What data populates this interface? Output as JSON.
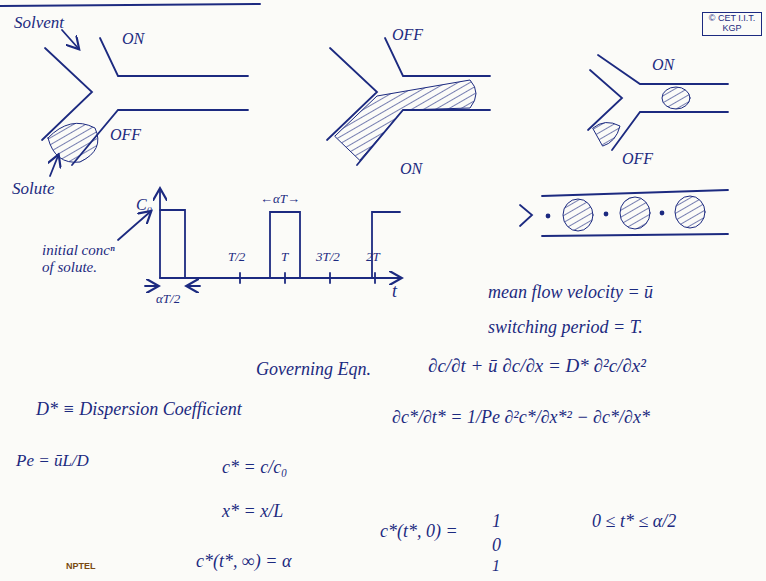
{
  "diagram": {
    "labels": [
      "Solvent",
      "ON",
      "OFF",
      "Solute",
      "OFF",
      "ON",
      "ON",
      "OFF",
      "© CET I.I.T. KGP",
      "C₀",
      "←αT→",
      "T/2",
      "T",
      "3T/2",
      "2T",
      "t",
      "αT/2",
      "initial concⁿ of solute.",
      "mean flow velocity = ū",
      "switching period = T.",
      "Governing Eqn.",
      "∂c/∂t + ū ∂c/∂x = D* ∂²c/∂x²",
      "D* ≡ Dispersion Coefficient",
      "∂c*/∂t* = 1/Pe ∂²c*/∂x*² − ∂c*/∂x*",
      "Pe = ūL/D",
      "c* = c/c₀",
      "x* = x/L",
      "c*(t*, 0) =",
      "1",
      "0 ≤ t* ≤ α/2",
      "0",
      "1",
      "c*(t*, ∞) = α",
      "NPTEL"
    ]
  }
}
